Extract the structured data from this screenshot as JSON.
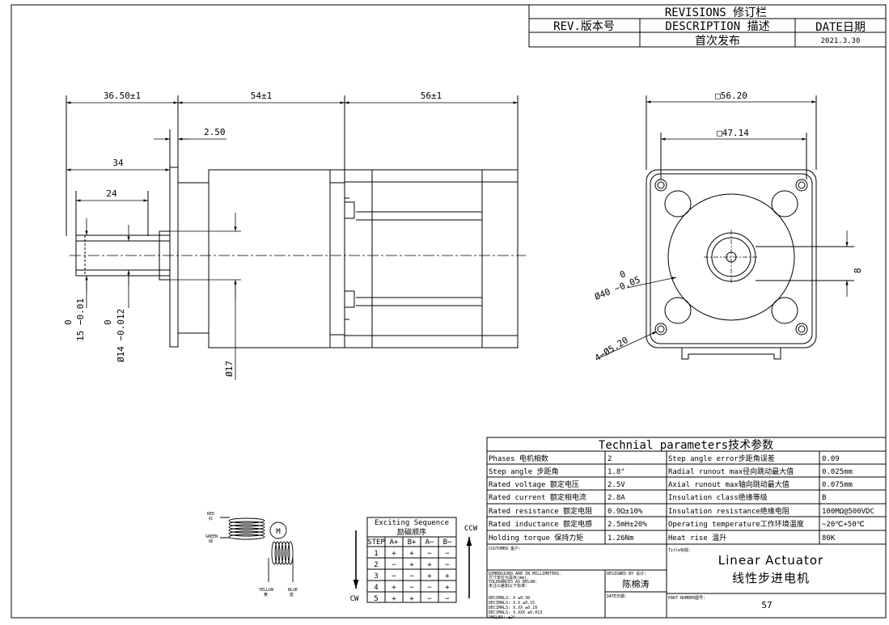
{
  "revisions": {
    "title": "REVISIONS 修订栏",
    "rev_header": "REV.版本号",
    "desc_header": "DESCRIPTION 描述",
    "date_header": "DATE日期",
    "rows": [
      {
        "rev": "",
        "desc": "首次发布",
        "date": "2021.3.30"
      }
    ]
  },
  "side_view": {
    "dim_total_shaft": "36.50±1",
    "dim_body": "54±1",
    "dim_rear": "56±1",
    "dim_flange": "2.50",
    "dim_shaft_len": "34",
    "dim_flat_len": "24",
    "tol_zero_a": "0",
    "dim_shaft_dia": "15 −0.01",
    "tol_zero_b": "0",
    "dim_flat_dia": "Ø14 −0.012",
    "dim_boss": "Ø17"
  },
  "front_view": {
    "dim_square": "□56.20",
    "dim_hole_pitch": "□47.14",
    "tol_zero": "0",
    "dim_pilot": "Ø40 −0.05",
    "dim_holes": "4−Ø5.20",
    "dim_key": "8"
  },
  "wiring": {
    "red_label": "RED",
    "red_cn": "红",
    "green_label": "GREEN",
    "green_cn": "绿",
    "yellow_label": "YELLOW",
    "yellow_cn": "黄",
    "blue_label": "BLUE",
    "blue_cn": "蓝",
    "motor_symbol": "M"
  },
  "sequence": {
    "title": "Exciting Sequence",
    "subtitle": "励磁顺序",
    "headers": [
      "STEP",
      "A+",
      "B+",
      "A−",
      "B−"
    ],
    "rows": [
      [
        "1",
        "+",
        "+",
        "−",
        "−"
      ],
      [
        "2",
        "−",
        "+",
        "+",
        "−"
      ],
      [
        "3",
        "−",
        "−",
        "+",
        "+"
      ],
      [
        "4",
        "+",
        "−",
        "−",
        "+"
      ],
      [
        "5",
        "+",
        "+",
        "−",
        "−"
      ]
    ],
    "ccw": "CCW",
    "cw": "CW"
  },
  "params": {
    "title": "Technial parameters技术参数",
    "rows": [
      [
        "Phases 电机相数",
        "2",
        "Step angle error步距角误差",
        "0.09"
      ],
      [
        "Step angle 步距角",
        "1.8°",
        "Radial runout max径向跳动最大值",
        "0.025mm"
      ],
      [
        "Rated voltage 额定电压",
        "2.5V",
        "Axial runout max轴向跳动最大值",
        "0.075mm"
      ],
      [
        "Rated current 额定相电流",
        "2.8A",
        "Insulation class绝缘等级",
        "B"
      ],
      [
        "Rated resistance 额定电阻",
        "0.9Ω±10%",
        "Insulation resistance绝缘电阻",
        "100MΩ@500VDC"
      ],
      [
        "Rated inductance 额定电感",
        "2.5mH±20%",
        "Operating temperature工作环境温度",
        "−20℃+50℃"
      ],
      [
        "Holding torque 保持力矩",
        "1.26Nm",
        "Heat rise 温升",
        "80K"
      ]
    ]
  },
  "title_block": {
    "customer": "CUSTOMER 客户:",
    "notes": [
      "DIMENSIONS ARE IN MILLIMETERS.",
      "尺寸单位为毫米(mm).",
      "TOLERANCES AS BELOW:",
      "未注公差如以下标准:",
      "DECIMALS: X    ±0.30",
      "DECIMALS: X.X   ±0.15",
      "DECIMALS: X.XX  ±0.10",
      "DECIMALS: X.XXX ±0.013",
      "ANGLES: ±2°"
    ],
    "designed_by": "DESIGNED BY 设计:",
    "designer": "陈棉涛",
    "date_label": "DATE日期:",
    "title_label": "Title标题:",
    "title_en": "Linear Actuator",
    "title_cn": "线性步进电机",
    "part_label": "PART NUMBER图号:",
    "part_number": "57"
  }
}
